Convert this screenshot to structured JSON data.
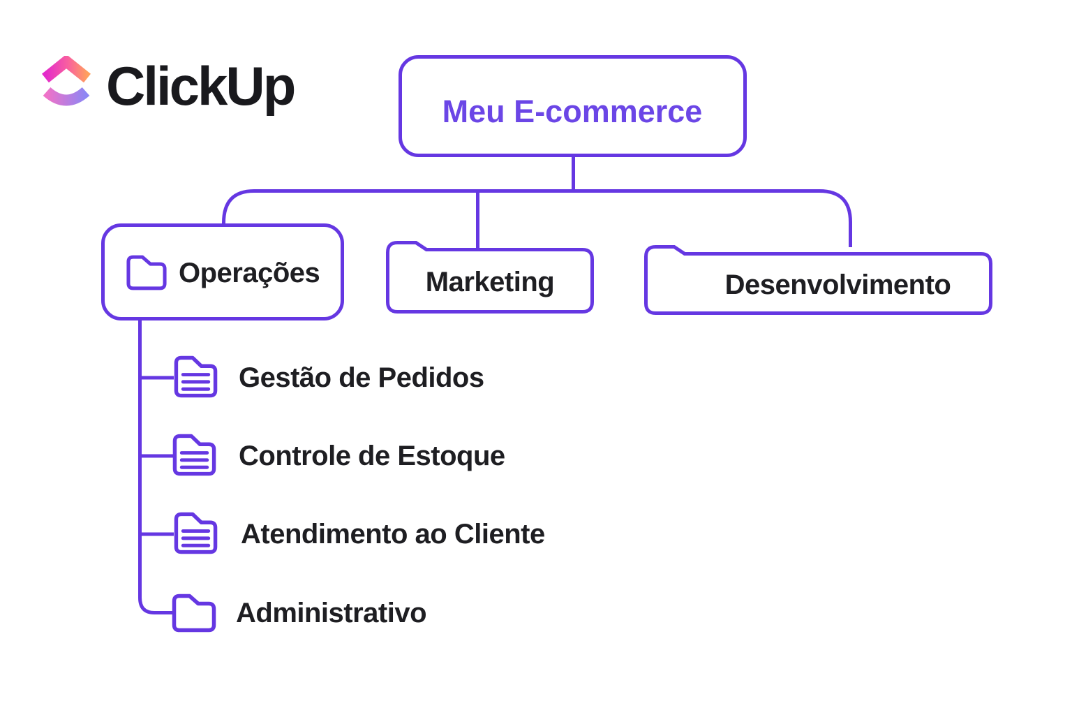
{
  "colors": {
    "accent": "#6537E2",
    "root_text": "#6B46E6",
    "label_text": "#1E1E22",
    "brand_text": "#19191D",
    "background": "#FFFFFF",
    "logo_gradient_top": [
      "#E32ACB",
      "#F9619E",
      "#FFA05E"
    ],
    "logo_gradient_bottom": [
      "#EF72C8",
      "#8D86F4"
    ]
  },
  "logo": {
    "brand": "ClickUp",
    "mark": "clickup-chevron-smile-mark"
  },
  "tree": {
    "root": {
      "label": "Meu E-commerce"
    },
    "children": [
      {
        "label": "Operações",
        "icon": "folder-icon"
      },
      {
        "label": "Marketing",
        "icon": "none"
      },
      {
        "label": "Desenvolvimento",
        "icon": "none"
      }
    ],
    "operacoes_children": [
      {
        "label": "Gestão de Pedidos",
        "icon": "document-list-icon"
      },
      {
        "label": "Controle de Estoque",
        "icon": "document-list-icon"
      },
      {
        "label": "Atendimento ao Cliente",
        "icon": "document-list-icon"
      },
      {
        "label": "Administrativo",
        "icon": "folder-icon"
      }
    ]
  }
}
